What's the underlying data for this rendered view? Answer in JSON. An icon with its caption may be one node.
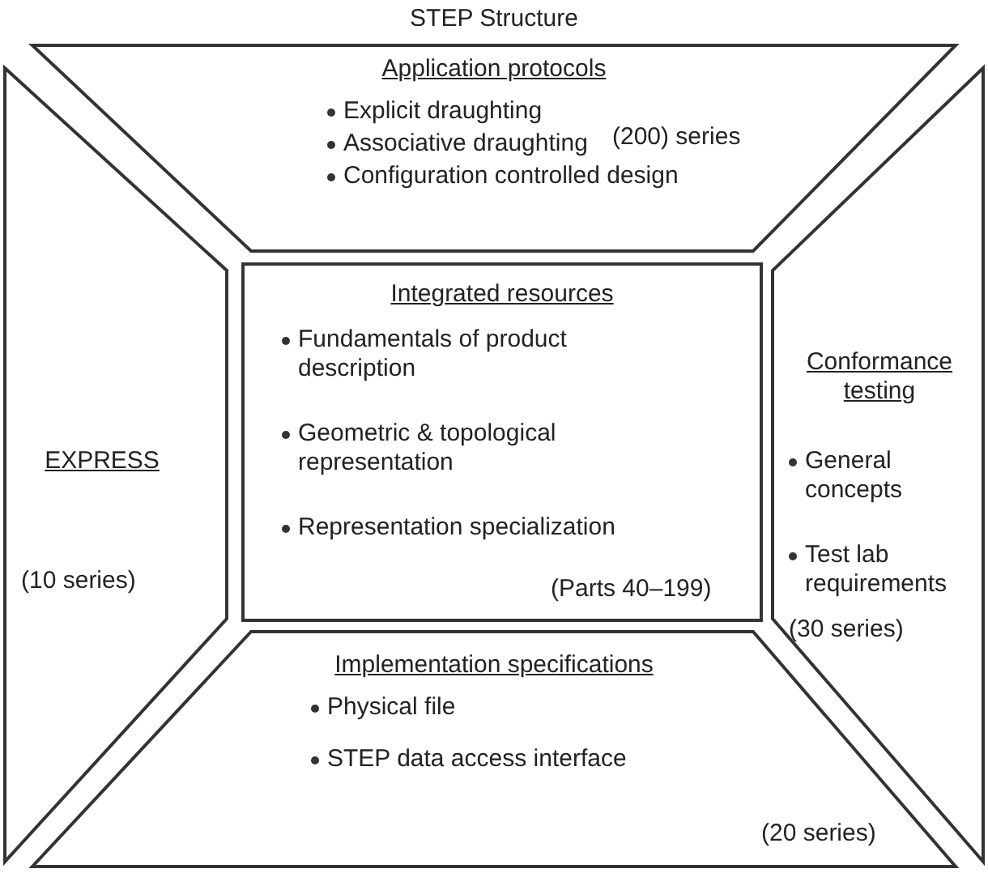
{
  "diagram": {
    "title": "STEP Structure",
    "nodes": [
      {
        "text": [
          "Application protocols",
          "Explicit draughting",
          "Associative draughting",
          "Configuration controlled design",
          "(200) series"
        ]
      },
      {
        "text": [
          "EXPRESS",
          "(10 series)"
        ]
      },
      {
        "text": [
          "Integrated resources",
          "Fundamentals of product description",
          "Geometric & topological representation",
          "Representation specialization",
          "(Parts 40–199)"
        ]
      },
      {
        "text": [
          "Conformance testing",
          "General concepts",
          "Test lab requirements",
          "(30 series)"
        ]
      },
      {
        "text": [
          "Implementation specifications",
          "Physical file",
          "STEP data access interface",
          "(20 series)"
        ]
      }
    ],
    "edges": []
  }
}
